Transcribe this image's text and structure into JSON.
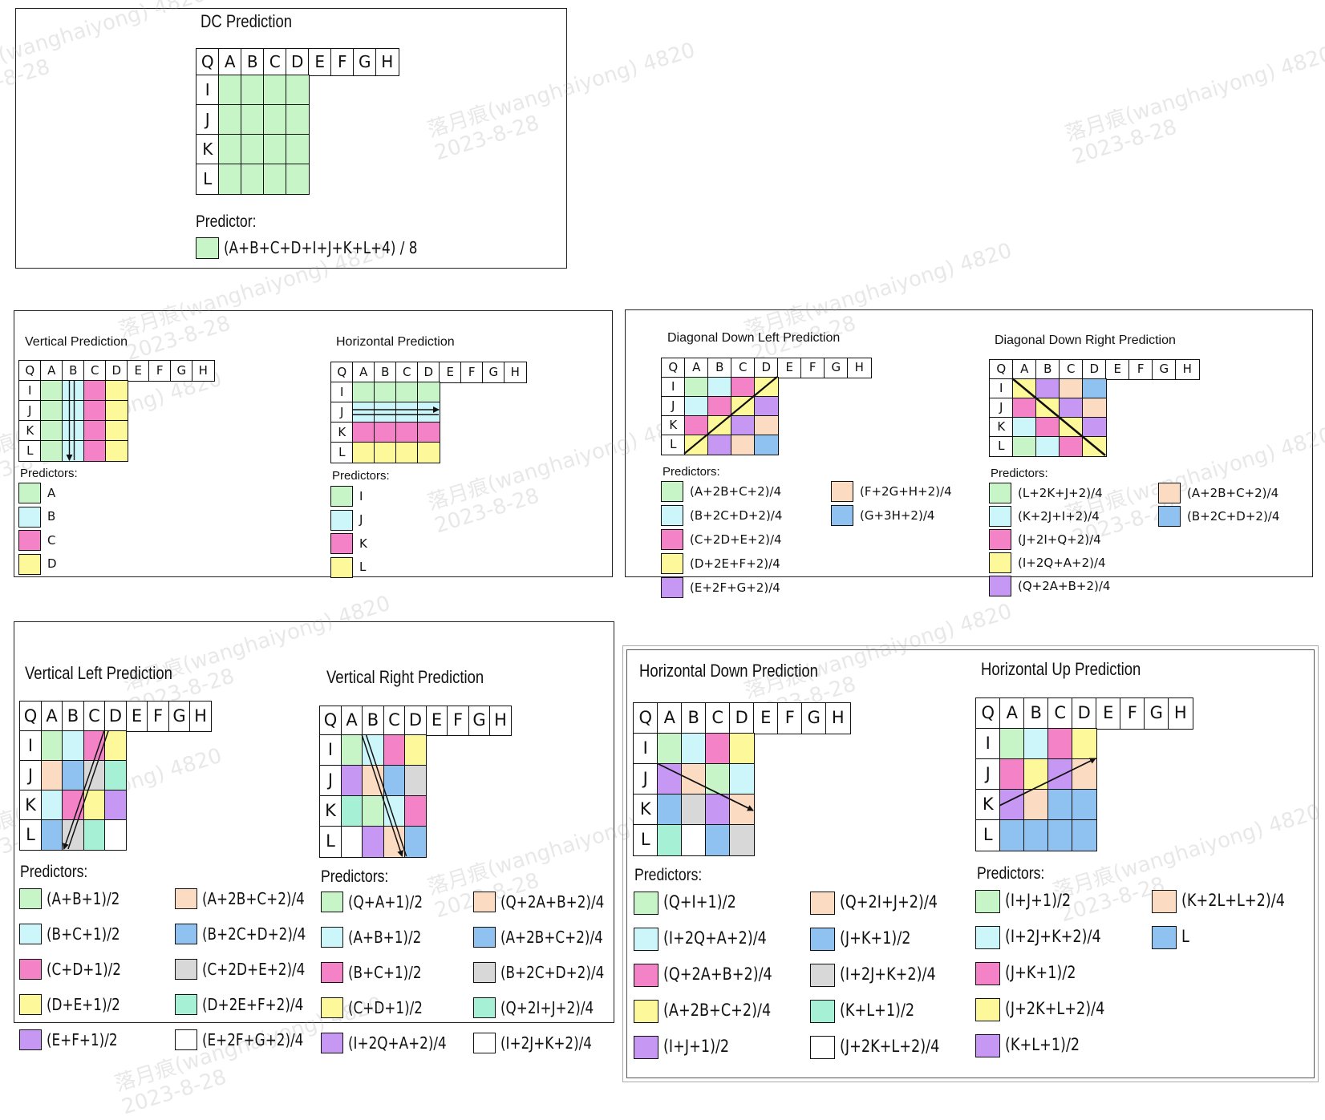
{
  "colors": {
    "green": "#c8f5c8",
    "cyan": "#cdf6fa",
    "pink": "#f383c6",
    "yellow": "#fdf99a",
    "purple": "#c698f3",
    "peach": "#fbdcc3",
    "blue": "#8fc2f0",
    "gray": "#d8d8d8",
    "mint": "#a6f0d6",
    "white": "#ffffff"
  },
  "panels": [
    {
      "title": "DC Prediction",
      "predictors_label": "Predictor:",
      "header": [
        "Q",
        "A",
        "B",
        "C",
        "D",
        "E",
        "F",
        "G",
        "H"
      ],
      "rows": [
        "I",
        "J",
        "K",
        "L"
      ],
      "fill": [
        [
          "green",
          "green",
          "green",
          "green"
        ],
        [
          "green",
          "green",
          "green",
          "green"
        ],
        [
          "green",
          "green",
          "green",
          "green"
        ],
        [
          "green",
          "green",
          "green",
          "green"
        ]
      ],
      "predictors": [
        {
          "color": "green",
          "formula": "(A+B+C+D+I+J+K+L+4) / 8"
        }
      ]
    },
    {
      "title": "Vertical Prediction",
      "predictors_label": "Predictors:",
      "header": [
        "Q",
        "A",
        "B",
        "C",
        "D",
        "E",
        "F",
        "G",
        "H"
      ],
      "rows": [
        "I",
        "J",
        "K",
        "L"
      ],
      "fill": [
        [
          "green",
          "cyan",
          "pink",
          "yellow"
        ],
        [
          "green",
          "cyan",
          "pink",
          "yellow"
        ],
        [
          "green",
          "cyan",
          "pink",
          "yellow"
        ],
        [
          "green",
          "cyan",
          "pink",
          "yellow"
        ]
      ],
      "predictors": [
        {
          "color": "green",
          "formula": "A"
        },
        {
          "color": "cyan",
          "formula": "B"
        },
        {
          "color": "pink",
          "formula": "C"
        },
        {
          "color": "yellow",
          "formula": "D"
        }
      ]
    },
    {
      "title": "Horizontal Prediction",
      "predictors_label": "Predictors:",
      "header": [
        "Q",
        "A",
        "B",
        "C",
        "D",
        "E",
        "F",
        "G",
        "H"
      ],
      "rows": [
        "I",
        "J",
        "K",
        "L"
      ],
      "fill": [
        [
          "green",
          "green",
          "green",
          "green"
        ],
        [
          "cyan",
          "cyan",
          "cyan",
          "cyan"
        ],
        [
          "pink",
          "pink",
          "pink",
          "pink"
        ],
        [
          "yellow",
          "yellow",
          "yellow",
          "yellow"
        ]
      ],
      "predictors": [
        {
          "color": "green",
          "formula": "I"
        },
        {
          "color": "cyan",
          "formula": "J"
        },
        {
          "color": "pink",
          "formula": "K"
        },
        {
          "color": "yellow",
          "formula": "L"
        }
      ]
    },
    {
      "title": "Diagonal Down Left Prediction",
      "predictors_label": "Predictors:",
      "header": [
        "Q",
        "A",
        "B",
        "C",
        "D",
        "E",
        "F",
        "G",
        "H"
      ],
      "rows": [
        "I",
        "J",
        "K",
        "L"
      ],
      "fill": [
        [
          "green",
          "cyan",
          "pink",
          "yellow"
        ],
        [
          "cyan",
          "pink",
          "yellow",
          "purple"
        ],
        [
          "pink",
          "yellow",
          "purple",
          "peach"
        ],
        [
          "yellow",
          "purple",
          "peach",
          "blue"
        ]
      ],
      "predictors": [
        {
          "color": "green",
          "formula": "(A+2B+C+2)/4"
        },
        {
          "color": "cyan",
          "formula": "(B+2C+D+2)/4"
        },
        {
          "color": "pink",
          "formula": "(C+2D+E+2)/4"
        },
        {
          "color": "yellow",
          "formula": "(D+2E+F+2)/4"
        },
        {
          "color": "purple",
          "formula": "(E+2F+G+2)/4"
        },
        {
          "color": "peach",
          "formula": "(F+2G+H+2)/4"
        },
        {
          "color": "blue",
          "formula": "(G+3H+2)/4"
        }
      ]
    },
    {
      "title": "Diagonal Down Right Prediction",
      "predictors_label": "Predictors:",
      "header": [
        "Q",
        "A",
        "B",
        "C",
        "D",
        "E",
        "F",
        "G",
        "H"
      ],
      "rows": [
        "I",
        "J",
        "K",
        "L"
      ],
      "fill": [
        [
          "yellow",
          "purple",
          "peach",
          "blue"
        ],
        [
          "pink",
          "yellow",
          "purple",
          "peach"
        ],
        [
          "cyan",
          "pink",
          "yellow",
          "purple"
        ],
        [
          "green",
          "cyan",
          "pink",
          "yellow"
        ]
      ],
      "predictors": [
        {
          "color": "green",
          "formula": "(L+2K+J+2)/4"
        },
        {
          "color": "cyan",
          "formula": "(K+2J+I+2)/4"
        },
        {
          "color": "pink",
          "formula": "(J+2I+Q+2)/4"
        },
        {
          "color": "yellow",
          "formula": "(I+2Q+A+2)/4"
        },
        {
          "color": "purple",
          "formula": "(Q+2A+B+2)/4"
        },
        {
          "color": "peach",
          "formula": "(A+2B+C+2)/4"
        },
        {
          "color": "blue",
          "formula": "(B+2C+D+2)/4"
        }
      ]
    },
    {
      "title": "Vertical Left Prediction",
      "predictors_label": "Predictors:",
      "header": [
        "Q",
        "A",
        "B",
        "C",
        "D",
        "E",
        "F",
        "G",
        "H"
      ],
      "rows": [
        "I",
        "J",
        "K",
        "L"
      ],
      "fill": [
        [
          "green",
          "cyan",
          "pink",
          "yellow"
        ],
        [
          "peach",
          "blue",
          "gray",
          "mint"
        ],
        [
          "cyan",
          "pink",
          "yellow",
          "purple"
        ],
        [
          "blue",
          "gray",
          "mint",
          "white"
        ]
      ],
      "predictors": [
        {
          "color": "green",
          "formula": "(A+B+1)/2"
        },
        {
          "color": "cyan",
          "formula": "(B+C+1)/2"
        },
        {
          "color": "pink",
          "formula": "(C+D+1)/2"
        },
        {
          "color": "yellow",
          "formula": "(D+E+1)/2"
        },
        {
          "color": "purple",
          "formula": "(E+F+1)/2"
        },
        {
          "color": "peach",
          "formula": "(A+2B+C+2)/4"
        },
        {
          "color": "blue",
          "formula": "(B+2C+D+2)/4"
        },
        {
          "color": "gray",
          "formula": "(C+2D+E+2)/4"
        },
        {
          "color": "mint",
          "formula": "(D+2E+F+2)/4"
        },
        {
          "color": "white",
          "formula": "(E+2F+G+2)/4"
        }
      ]
    },
    {
      "title": "Vertical Right Prediction",
      "predictors_label": "Predictors:",
      "header": [
        "Q",
        "A",
        "B",
        "C",
        "D",
        "E",
        "F",
        "G",
        "H"
      ],
      "rows": [
        "I",
        "J",
        "K",
        "L"
      ],
      "fill": [
        [
          "green",
          "cyan",
          "pink",
          "yellow"
        ],
        [
          "purple",
          "peach",
          "blue",
          "gray"
        ],
        [
          "mint",
          "green",
          "cyan",
          "pink"
        ],
        [
          "white",
          "purple",
          "peach",
          "blue"
        ]
      ],
      "predictors": [
        {
          "color": "green",
          "formula": "(Q+A+1)/2"
        },
        {
          "color": "cyan",
          "formula": "(A+B+1)/2"
        },
        {
          "color": "pink",
          "formula": "(B+C+1)/2"
        },
        {
          "color": "yellow",
          "formula": "(C+D+1)/2"
        },
        {
          "color": "purple",
          "formula": "(I+2Q+A+2)/4"
        },
        {
          "color": "peach",
          "formula": "(Q+2A+B+2)/4"
        },
        {
          "color": "blue",
          "formula": "(A+2B+C+2)/4"
        },
        {
          "color": "gray",
          "formula": "(B+2C+D+2)/4"
        },
        {
          "color": "mint",
          "formula": "(Q+2I+J+2)/4"
        },
        {
          "color": "white",
          "formula": "(I+2J+K+2)/4"
        }
      ]
    },
    {
      "title": "Horizontal Down Prediction",
      "predictors_label": "Predictors:",
      "header": [
        "Q",
        "A",
        "B",
        "C",
        "D",
        "E",
        "F",
        "G",
        "H"
      ],
      "rows": [
        "I",
        "J",
        "K",
        "L"
      ],
      "fill": [
        [
          "green",
          "cyan",
          "pink",
          "yellow"
        ],
        [
          "purple",
          "peach",
          "green",
          "cyan"
        ],
        [
          "blue",
          "gray",
          "purple",
          "peach"
        ],
        [
          "mint",
          "white",
          "blue",
          "gray"
        ]
      ],
      "predictors": [
        {
          "color": "green",
          "formula": "(Q+I+1)/2"
        },
        {
          "color": "cyan",
          "formula": "(I+2Q+A+2)/4"
        },
        {
          "color": "pink",
          "formula": "(Q+2A+B+2)/4"
        },
        {
          "color": "yellow",
          "formula": "(A+2B+C+2)/4"
        },
        {
          "color": "purple",
          "formula": "(I+J+1)/2"
        },
        {
          "color": "peach",
          "formula": "(Q+2I+J+2)/4"
        },
        {
          "color": "blue",
          "formula": "(J+K+1)/2"
        },
        {
          "color": "gray",
          "formula": "(I+2J+K+2)/4"
        },
        {
          "color": "mint",
          "formula": "(K+L+1)/2"
        },
        {
          "color": "white",
          "formula": "(J+2K+L+2)/4"
        }
      ]
    },
    {
      "title": "Horizontal Up Prediction",
      "predictors_label": "Predictors:",
      "header": [
        "Q",
        "A",
        "B",
        "C",
        "D",
        "E",
        "F",
        "G",
        "H"
      ],
      "rows": [
        "I",
        "J",
        "K",
        "L"
      ],
      "fill": [
        [
          "green",
          "cyan",
          "pink",
          "yellow"
        ],
        [
          "pink",
          "yellow",
          "purple",
          "peach"
        ],
        [
          "purple",
          "peach",
          "blue",
          "blue"
        ],
        [
          "blue",
          "blue",
          "blue",
          "blue"
        ]
      ],
      "predictors": [
        {
          "color": "green",
          "formula": "(I+J+1)/2"
        },
        {
          "color": "cyan",
          "formula": "(I+2J+K+2)/4"
        },
        {
          "color": "pink",
          "formula": "(J+K+1)/2"
        },
        {
          "color": "yellow",
          "formula": "(J+2K+L+2)/4"
        },
        {
          "color": "purple",
          "formula": "(K+L+1)/2"
        },
        {
          "color": "peach",
          "formula": "(K+2L+L+2)/4"
        },
        {
          "color": "blue",
          "formula": "L"
        }
      ]
    }
  ],
  "watermark": {
    "line1": "落月痕(wanghaiyong) 4820",
    "line2": "2023-8-28"
  }
}
